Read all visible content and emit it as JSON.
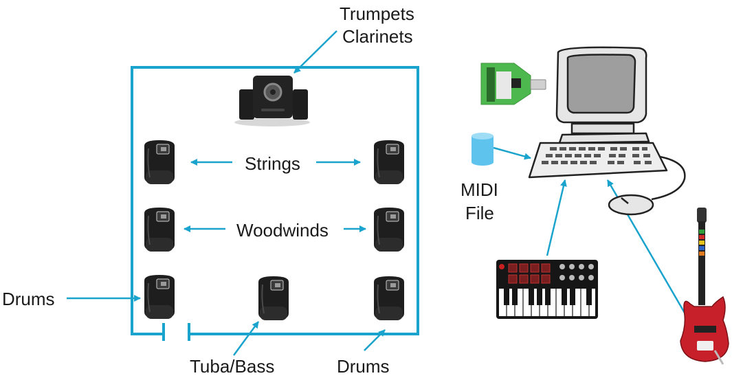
{
  "labels": {
    "trumpets": "Trumpets",
    "clarinets": "Clarinets",
    "strings": "Strings",
    "woodwinds": "Woodwinds",
    "drums_left": "Drums",
    "tuba_bass": "Tuba/Bass",
    "drums_bottom": "Drums",
    "midi": "MIDI",
    "file": "File"
  },
  "colors": {
    "line": "#1aa3cc",
    "speaker": "#1e1e1e",
    "board": "#4db84d",
    "guitar": "#c8202a",
    "cylinder": "#5ec4ee"
  },
  "icons": [
    "subwoofer-speaker-icon",
    "speaker-icon",
    "usb-midi-adapter-icon",
    "midi-file-icon",
    "computer-icon",
    "keyboard-icon",
    "mouse-icon",
    "midi-controller-icon",
    "guitar-controller-icon"
  ]
}
